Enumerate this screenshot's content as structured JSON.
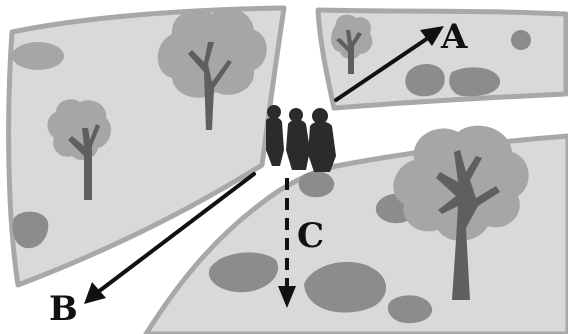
{
  "labels": {
    "a": "A",
    "b": "B",
    "c": "C"
  },
  "colors": {
    "ground": "#d9d9d9",
    "edge": "#a8a8a8",
    "foliage": "#a6a6a6",
    "rock": "#8c8c8c",
    "trunk": "#5f5f5f",
    "figures": "#2b2b2b",
    "arrow": "#111111",
    "path": "#ffffff"
  },
  "scene": {
    "figure_count": 3,
    "arrows": [
      {
        "label": "A",
        "style": "solid"
      },
      {
        "label": "B",
        "style": "solid"
      },
      {
        "label": "C",
        "style": "dashed"
      }
    ]
  }
}
